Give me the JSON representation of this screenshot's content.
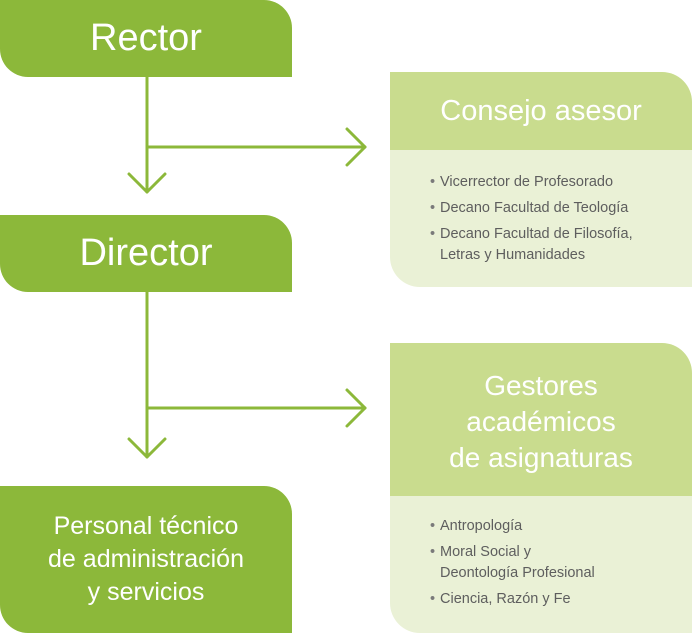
{
  "nodes": {
    "rector": "Rector",
    "director": "Director",
    "personal": "Personal técnico\nde administración\ny servicios"
  },
  "panels": {
    "consejo": {
      "title": "Consejo asesor",
      "items": [
        "Vicerrector de Profesorado",
        "Decano Facultad de Teología",
        "Decano Facultad de Filosofía,\nLetras y Humanidades"
      ]
    },
    "gestores": {
      "title": "Gestores\nacadémicos\nde asignaturas",
      "items": [
        "Antropología",
        "Moral Social y\nDeontología Profesional",
        "Ciencia, Razón y Fe"
      ]
    }
  },
  "colors": {
    "primary": "#8cb83a",
    "panel_header": "#c9dc8e",
    "panel_body": "#eaf1d6",
    "text": "#5e5e5e"
  }
}
